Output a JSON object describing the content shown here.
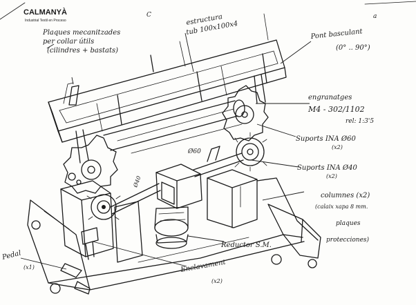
{
  "logo": {
    "brand": "CALMANYÀ",
    "tagline": "Industrial Textil en Proceso"
  },
  "labels": {
    "plaques": [
      "Plaques mecanitzades",
      "per collar útils",
      "(cilindres + bastats)"
    ],
    "estructura": [
      "estructura",
      "tub 100x100x4"
    ],
    "pont": [
      "Pont basculant",
      "(0° .. 90°)"
    ],
    "engranatges": [
      "engranatges",
      "M4 - 302/1102",
      "rel: 1:3'5"
    ],
    "suports60": [
      "Suports INA Ø60",
      "(x2)"
    ],
    "phi60": "Ø60",
    "suports40": [
      "Suports INA Ø40",
      "(x2)"
    ],
    "phi40": "Ø40",
    "columnes": [
      "columnes (x2)",
      "(calaix xapa 8 mm.",
      "plaques",
      "protecciones)"
    ],
    "reductor": "Reductor S.M.",
    "enclavament": [
      "Enclavament",
      "(x2)"
    ],
    "pedal": [
      "Pedal",
      "(x1)"
    ],
    "mark_c": "C",
    "mark_a": "a"
  }
}
